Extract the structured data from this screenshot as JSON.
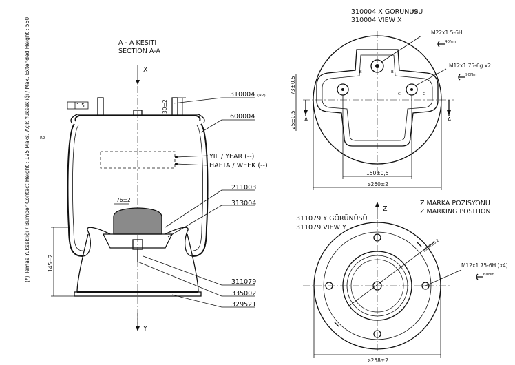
{
  "section": {
    "title_tr": "A - A KESITI",
    "title_en": "SECTION A-A",
    "axis_x": "X",
    "axis_y": "Y",
    "rev_a": "R2",
    "note": "(*) Temas Yüksekliği / Bumper Contact Height : 195  Maks. Açık Yüksekliği / Max. Extended Height : 550",
    "dim_30": "30±2",
    "dim_145": "145±2",
    "dim_76": "76±2",
    "flatness": "1.5",
    "part_310004": "310004",
    "part_310004_rev": "(R2)",
    "part_600004": "600004",
    "year_label": "YIL / YEAR (--)",
    "week_label": "HAFTA / WEEK (--)",
    "part_211003": "211003",
    "part_313004": "313004",
    "part_311079": "311079",
    "part_335002": "335002",
    "part_329521": "329521"
  },
  "view_x": {
    "title_tr": "310004 X GÖRÜNÜSÜ",
    "title_rev": "(R2)",
    "title_en": "310004 VIEW X",
    "thread_1": "M22x1.5-6H",
    "torque_1": "40Nm",
    "thread_2": "M12x1.75-6g  x2",
    "torque_2": "90Nm",
    "dim_73": "73±0,5",
    "dim_25": "25±0,5",
    "dim_150": "150±0,5",
    "dim_260": "ø260±2",
    "sec_a": "A",
    "sec_b": "B",
    "sec_c": "C"
  },
  "view_y": {
    "title_tr": "311079 Y GÖRÜNÜSÜ",
    "title_en": "311079 VIEW Y",
    "axis_z": "Z",
    "marking_tr": "Z MARKA POZISYONU",
    "marking_en": "Z MARKING POSITION",
    "dim_200": "ø200±0.2",
    "thread": "M12x1.75-6H  (x4)",
    "torque": "60Nm",
    "dim_258": "ø258±2"
  }
}
